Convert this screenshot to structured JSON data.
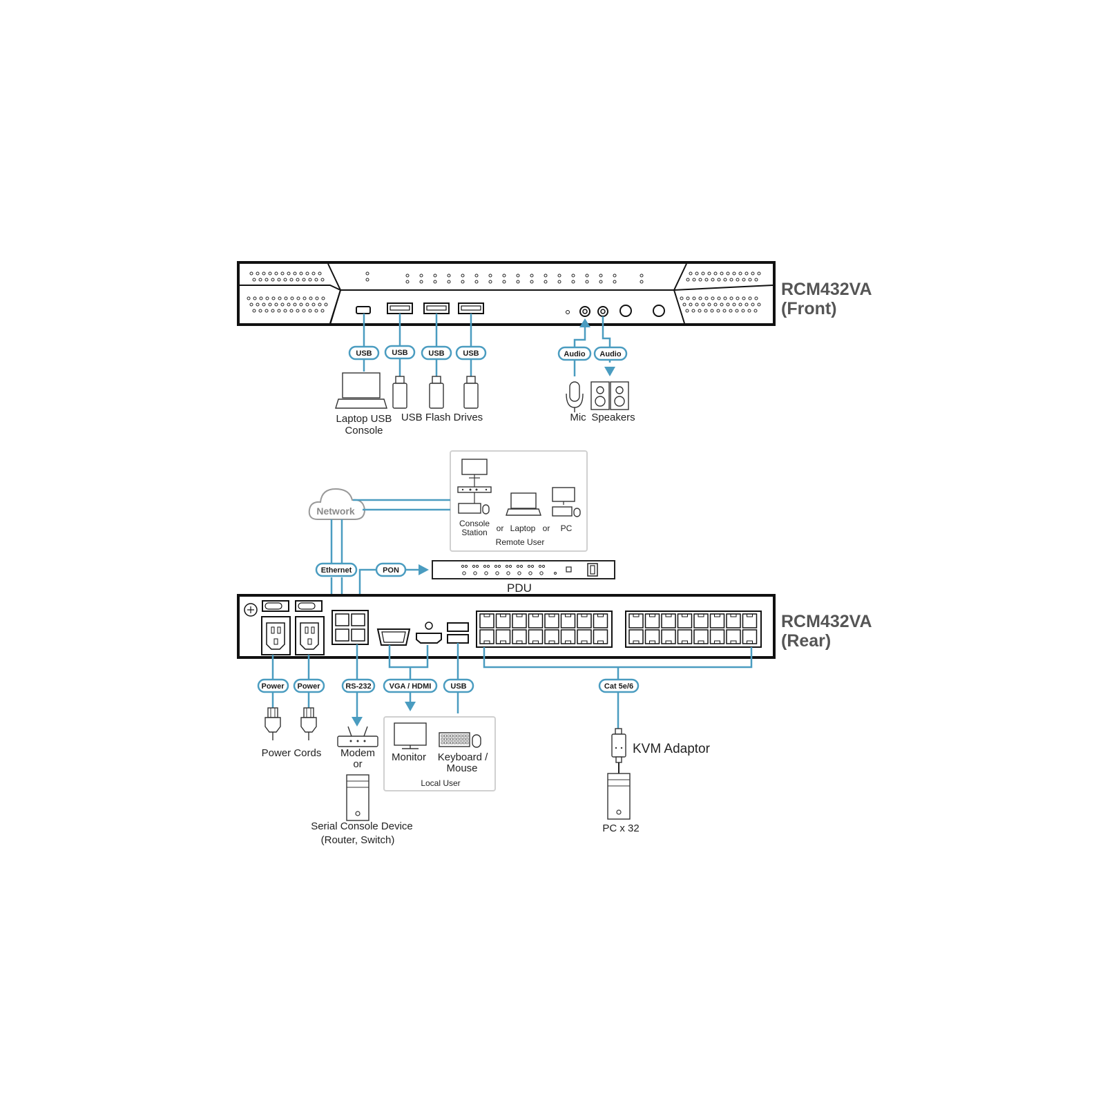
{
  "front": {
    "title_line1": "RCM432VA",
    "title_line2": "(Front)",
    "usb_labels": [
      "USB",
      "USB",
      "USB",
      "USB"
    ],
    "audio_labels": [
      "Audio",
      "Audio"
    ],
    "laptop_label_line1": "Laptop USB",
    "laptop_label_line2": "Console",
    "flash_label": "USB Flash Drives",
    "mic_label": "Mic",
    "speakers_label": "Speakers"
  },
  "remote": {
    "network_label": "Network",
    "console_station_line1": "Console",
    "console_station_line2": "Station",
    "or1": "or",
    "laptop_label": "Laptop",
    "or2": "or",
    "pc_label": "PC",
    "remote_user_label": "Remote User"
  },
  "pdu": {
    "ethernet_label": "Ethernet",
    "pon_label": "PON",
    "pdu_label": "PDU"
  },
  "rear": {
    "title_line1": "RCM432VA",
    "title_line2": "(Rear)",
    "power_labels": [
      "Power",
      "Power"
    ],
    "rs232_label": "RS-232",
    "vga_hdmi_label": "VGA / HDMI",
    "usb_label": "USB",
    "cat_label": "Cat 5e/6",
    "power_cords_label": "Power Cords",
    "modem_label": "Modem",
    "or_label": "or",
    "serial_line1": "Serial Console Device",
    "serial_line2": "(Router, Switch)",
    "monitor_label": "Monitor",
    "keyboard_line1": "Keyboard /",
    "keyboard_line2": "Mouse",
    "local_user_label": "Local User",
    "kvm_adaptor_label": "KVM Adaptor",
    "pc_x32_label": "PC x 32"
  },
  "colors": {
    "wire": "#4a9cc0",
    "outline": "#222222",
    "title": "#555555"
  }
}
